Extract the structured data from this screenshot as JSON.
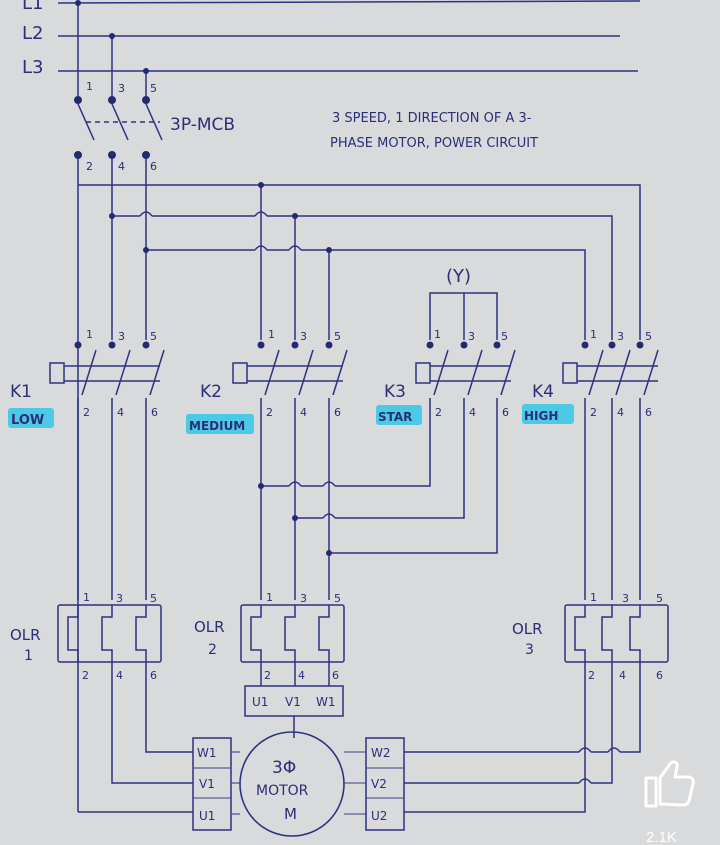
{
  "lines": {
    "l1": "L1",
    "l2": "L2",
    "l3": "L3"
  },
  "breaker": {
    "label": "3P-MCB",
    "top_terminals": [
      "1",
      "3",
      "5"
    ],
    "bottom_terminals": [
      "2",
      "4",
      "6"
    ]
  },
  "title": {
    "line1": "3 SPEED, 1 DIRECTION OF A 3-",
    "line2": "PHASE MOTOR, POWER CIRCUIT"
  },
  "star_label": "(Y)",
  "contactors": [
    {
      "name": "K1",
      "function": "LOW",
      "top": [
        "1",
        "3",
        "5"
      ],
      "bottom": [
        "2",
        "4",
        "6"
      ]
    },
    {
      "name": "K2",
      "function": "MEDIUM",
      "top": [
        "1",
        "3",
        "5"
      ],
      "bottom": [
        "2",
        "4",
        "6"
      ]
    },
    {
      "name": "K3",
      "function": "STAR",
      "top": [
        "1",
        "3",
        "5"
      ],
      "bottom": [
        "2",
        "4",
        "6"
      ]
    },
    {
      "name": "K4",
      "function": "HIGH",
      "top": [
        "1",
        "3",
        "5"
      ],
      "bottom": [
        "2",
        "4",
        "6"
      ]
    }
  ],
  "overloads": [
    {
      "name": "OLR",
      "number": "1",
      "top": [
        "1",
        "3",
        "5"
      ],
      "bottom": [
        "2",
        "4",
        "6"
      ]
    },
    {
      "name": "OLR",
      "number": "2",
      "top": [
        "1",
        "3",
        "5"
      ],
      "bottom": [
        "2",
        "4",
        "6"
      ]
    },
    {
      "name": "OLR",
      "number": "3",
      "top": [
        "1",
        "3",
        "5"
      ],
      "bottom": [
        "2",
        "4",
        "6"
      ]
    }
  ],
  "motor": {
    "line1": "3Φ",
    "line2": "MOTOR",
    "line3": "M",
    "terminals_top": [
      "U1",
      "V1",
      "W1"
    ],
    "terminals_left": [
      "W1",
      "V1",
      "U1"
    ],
    "terminals_right": [
      "W2",
      "V2",
      "U2"
    ]
  },
  "like_count": "2.1K",
  "colors": {
    "ink": "#2c3380",
    "paper": "#d9dadc",
    "highlight": "#33c6e6"
  },
  "icons": {
    "like": "thumbs-up-icon"
  }
}
